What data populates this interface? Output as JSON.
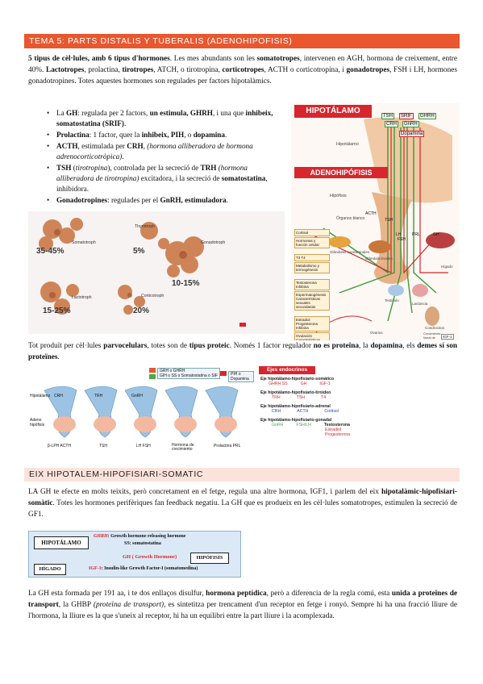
{
  "section1": {
    "title": "TEMA 5: PARTS DISTALIS Y TUBERALIS (ADENOHIPOFISIS)"
  },
  "intro": {
    "p1": "5 tipus de cèl·lules, amb 6 tipus d'hormones",
    "p2": ". Les mes abundants son les ",
    "p3": "somatotropes",
    "p4": ", intervenen en AGH, hormona de creixement, entre 40%. ",
    "p5": "Lactotropes",
    "p6": ", prolactina, ",
    "p7": "tirotropes",
    "p8": ", ATCH, o tirotropina, ",
    "p9": "corticotropes",
    "p10": ", ACTH o corticotropina, i ",
    "p11": "gonadotropes",
    "p12": ", FSH i LH, hormones gonadotropines. Totes aquestes hormones son regulades per factors hipotalàmics."
  },
  "bullets": [
    {
      "a": "La ",
      "b": "GH",
      "c": ": regulada per 2 factors, ",
      "d": "un estimula, GHRH",
      "e": ", i una que ",
      "f": "inhibeix, somatostatina (SRIF)",
      "g": "."
    },
    {
      "a": "Prolactina",
      "b": ": 1 factor, quer la ",
      "c": "inhibeix, PIH",
      "d": ", o ",
      "e": "dopamina",
      "f": "."
    },
    {
      "a": "ACTH",
      "b": ", estimulada per ",
      "c": "CRH",
      "d": ", ",
      "e": "(hormona alliberadora de hormona adrenocorticotròpica)",
      "f": "."
    },
    {
      "a": "TSH",
      "b": " (",
      "c": "tirotropina",
      "d": "), controlada per la secreció de ",
      "e": "TRH",
      "f": " ",
      "g": "(hormona alliberadora de tirotropina)",
      "h": " excitadora, i la secreció de ",
      "i": "somatostatina",
      "j": ", inhibidora."
    },
    {
      "a": "Gonadotropines",
      "b": ": regulades per el ",
      "c": "GnRH, estimuladora",
      "d": "."
    }
  ],
  "micro": {
    "panels": [
      {
        "pct": "35-45%",
        "label": "Somatotroph"
      },
      {
        "pct": "5%",
        "label": "Thyrotroph"
      },
      {
        "pct": "10-15%",
        "label": "Gonadotroph"
      },
      {
        "pct": "15-25%",
        "label": "Lactotroph"
      },
      {
        "pct": "20%",
        "label": "Corticotroph"
      }
    ]
  },
  "diagram1": {
    "hypo": "HIPOTÁLAMO",
    "adeno": "ADENOHIPÓFISIS",
    "hormones_top": [
      "TSH",
      "SRIF",
      "GHRH",
      "CRH",
      "GnRH",
      "Dopamina"
    ],
    "labels": {
      "hipotalamo": "Hipotálamo",
      "hipofisis": "Hipófisis",
      "acth": "ACTH",
      "tsh": "TSH",
      "lh": "LH",
      "fsh": "FSH",
      "prl": "PRL",
      "gh": "GH",
      "organos": "Órganos blanco",
      "glandulas": "Glándulas suprarrenales",
      "tiroides": "Glándula tiroides",
      "testiculo": "Testículo",
      "ovarios": "Ovarios",
      "lactancia": "Lactancia",
      "higado": "Hígado",
      "condrocitos": "Condrocitos",
      "igf": "IGF-1",
      "crecimiento": "Crecimiento lineal de órganos"
    },
    "boxes": [
      "Cortisol",
      "Hormonas y función celular",
      "T3 T4",
      "Metabolismo y termogénesis",
      "Testosterona Inhibina",
      "Espermatogénesis Características sexuales secundarias",
      "Estradiol Progesterona Inhibina",
      "Ovulación Características sexuales secundarias"
    ]
  },
  "para2": {
    "a": "Tot produït per cèl·lules ",
    "b": "parvocelulars",
    "c": ", totes son de ",
    "d": "tipus proteic",
    "e": ". Només 1 factor regulador ",
    "f": "no es proteïna",
    "g": ", la ",
    "h": "dopamina",
    "i": ", els ",
    "j": "demes sí son proteïnes",
    "k": "."
  },
  "diagram2": {
    "legend1": "GRH o GHRH",
    "legend2": "GIH o SS o Somatostatina o SIF",
    "legend3": "PIH o Dopamina",
    "cols": [
      {
        "top": "CRH",
        "bottom": "β-LPH   ACTH"
      },
      {
        "top": "TRH",
        "bottom": "TSH"
      },
      {
        "top": "GnRH",
        "bottom": "LH   FSH"
      },
      {
        "top": "",
        "bottom": "Hormona de crecimiento"
      },
      {
        "top": "",
        "bottom": "Prolactina PRL"
      }
    ],
    "hipotal": "Hipotálamo",
    "adeno": "Adeno hipófisis"
  },
  "ejes": {
    "title": "Ejes endocrinos",
    "rows": [
      {
        "name": "Eje hipotálamo-hipofisiario-somático",
        "vals": [
          "GHRH SS",
          "GH",
          "IGF-1"
        ]
      },
      {
        "name": "Eje hipotálamo-hipofisiario-tiroideo",
        "vals": [
          "TRH",
          "TSH",
          "T4"
        ]
      },
      {
        "name": "Eje hipotálamo-hipofisiario-adrenal",
        "vals": [
          "CRH",
          "ACTH",
          "Cortisol"
        ]
      },
      {
        "name": "Eje hipotálamo-hipofisiario-gonadal",
        "vals": [
          "GnRH",
          "FSH/LH",
          "Testosterona"
        ]
      }
    ],
    "extra1": "Estradiol",
    "extra2": "Progesterona"
  },
  "section2": {
    "title": "EIX HIPOTALEM-HIPOFISIARI-SOMATIC"
  },
  "para3": {
    "a": "LA GH te efecte en molts teixits, però concretament en el fetge, regula una altre hormona, IGF1, i parlem del eix ",
    "b": "hipotalàmic-hipofisiari-somàtic",
    "c": ". Totes les hormones perifèriques fan feedback negatiu. La GH que es produeix en les cèl·lules somatotropes, estimulen la secreció de GF1."
  },
  "diagram3": {
    "hipotalamo": "HIPOTÁLAMO",
    "ghrh_a": "GHRH",
    "ghrh_b": ": Growth hormone releasing hormone",
    "ss": "SS: somatostatina",
    "gh": "GH ( Growth Hormone)",
    "hipofisis": "HIPÓFISIS",
    "higado": "HÍGADO",
    "igf_a": "IGF-1",
    "igf_b": ": Insulin-like Growth Factor-I (somatomedina)"
  },
  "para4": {
    "a": "La GH esta formada per 191 aa, i te dos enllaços disulfur, ",
    "b": "hormona peptídica",
    "c": ", però a diferencia de la regla comú, esta ",
    "d": "unida a proteïnes de transport",
    "e": ", la GHBP ",
    "f": "(proteïna de transport)",
    "g": ", es sintetitza per trencament d'un receptor en fetge i ronyó. Sempre hi ha una fracció lliure de l'hormona, la lliure es la que s'uneix al receptor, hi ha un equilibri entre la part lliure i la acomplexada."
  },
  "colors": {
    "header": "#e8572e",
    "header2": "#fbe3dc",
    "accent_red": "#d7262e",
    "green": "#4aa84a"
  }
}
